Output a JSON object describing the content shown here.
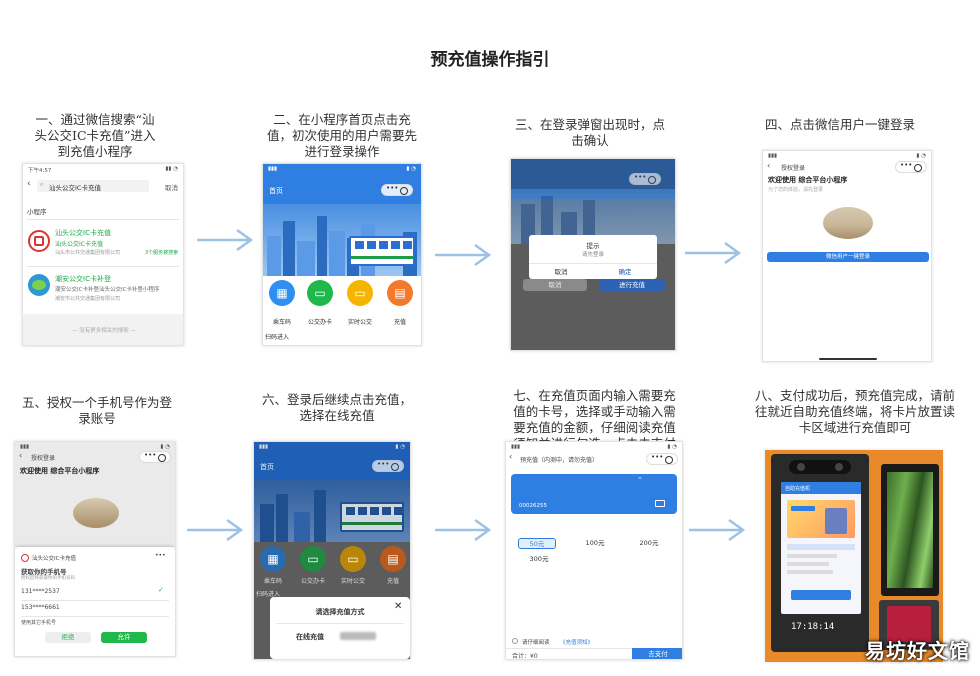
{
  "title": "预充值操作指引",
  "steps": [
    {
      "caption": "一、通过微信搜索“汕头公交IC卡充值”进入到充值小程序"
    },
    {
      "caption": "二、在小程序首页点击充值，初次使用的用户需要先进行登录操作"
    },
    {
      "caption": "三、在登录弹窗出现时，点击确认"
    },
    {
      "caption": "四、点击微信用户一键登录"
    },
    {
      "caption": "五、授权一个手机号作为登录账号"
    },
    {
      "caption": "六、登录后继续点击充值，选择在线充值"
    },
    {
      "caption": "七、在充值页面内输入需要充值的卡号，选择或手动输入需要充值的金额，仔细阅读充值须知并进行勾选，点击去支付"
    },
    {
      "caption": "八、支付成功后，预充值完成，请前往就近自助充值终端，将卡片放置读卡区域进行充值即可"
    }
  ],
  "shot1": {
    "status": "下午4:57",
    "search": "汕头公交IC卡充值",
    "cancel": "取消",
    "section": "小程序",
    "r1_title": "汕头公交IC卡充值",
    "r1_sub": "汕头公交IC卡充值",
    "r1_org": "汕头市公共交通集团有限公司",
    "r1_tag": "3个服务被搜索",
    "r2_title": "潮安公交IC卡补登",
    "r2_sub": "潮安公交IC卡补登汕头公交IC卡补登小程序",
    "r2_org": "潮安市公共交通集团有限公司",
    "more": "— 没有更多相关的搜索 —"
  },
  "shot2": {
    "head": "首页",
    "icons": [
      "乘车码",
      "公交办卡",
      "实时公交",
      "充值"
    ],
    "bottom": "扫码进入"
  },
  "shot3": {
    "modal_title": "提示",
    "modal_text": "请先登录",
    "cancel": "取消",
    "ok": "确定",
    "btn_left": "取消",
    "btn_right": "进行充值"
  },
  "shot4": {
    "head": "授权登录",
    "welcome": "欢迎使用 综合平台小程序",
    "sub": "为了您的体验，请先登录",
    "login_btn": "微信用户一键登录"
  },
  "shot5": {
    "head": "授权登录",
    "welcome": "欢迎使用 综合平台小程序",
    "app": "汕头公交IC卡充值",
    "ask": "获取你的手机号",
    "ask_sub": "授权后将获取你的手机号码",
    "phone1": "131****2537",
    "phone2": "153****6661",
    "other": "使用其它手机号",
    "reject": "拒绝",
    "allow": "允许"
  },
  "shot6": {
    "head": "首页",
    "icons": [
      "乘车码",
      "公交办卡",
      "实时公交",
      "充值"
    ],
    "bottom": "扫码进入",
    "sheet_title": "请选择充值方式",
    "option": "在线充值"
  },
  "shot7": {
    "head": "预充值（内测中，请勿充值）",
    "card": "00026255",
    "amounts": [
      "50元",
      "100元",
      "200元",
      "300元"
    ],
    "agree": "请仔细阅读",
    "agree_link": "《充值须知》",
    "total": "合计：¥0",
    "pay": "去支付"
  },
  "shot8": {
    "screen_title": "自助充值机",
    "time": "17:18:14"
  },
  "watermark": "易坊好文馆"
}
